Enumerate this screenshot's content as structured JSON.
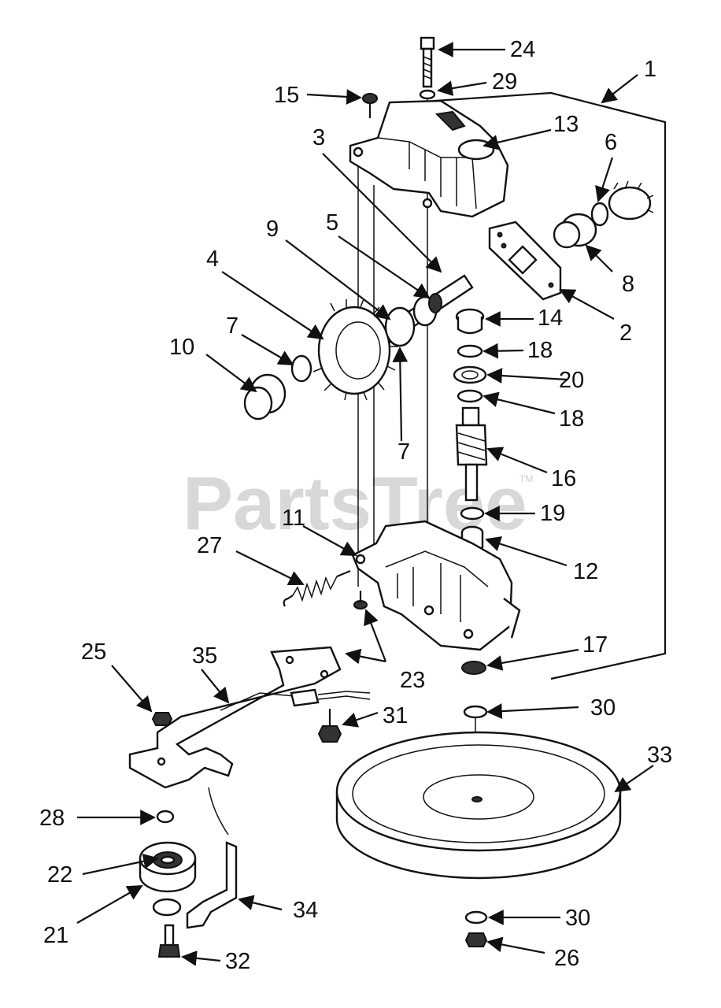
{
  "watermark": {
    "text": "PartsTree",
    "trademark": "TM"
  },
  "callouts": {
    "c1": "1",
    "c2": "2",
    "c3": "3",
    "c4": "4",
    "c5": "5",
    "c6": "6",
    "c7a": "7",
    "c7b": "7",
    "c8": "8",
    "c9": "9",
    "c10": "10",
    "c11": "11",
    "c12": "12",
    "c13": "13",
    "c14": "14",
    "c15": "15",
    "c16": "16",
    "c17": "17",
    "c18a": "18",
    "c18b": "18",
    "c19": "19",
    "c20": "20",
    "c21": "21",
    "c22": "22",
    "c23": "23",
    "c24": "24",
    "c25": "25",
    "c26": "26",
    "c27": "27",
    "c28": "28",
    "c29": "29",
    "c30a": "30",
    "c30b": "30",
    "c31": "31",
    "c32": "32",
    "c33": "33",
    "c34": "34",
    "c35": "35"
  }
}
